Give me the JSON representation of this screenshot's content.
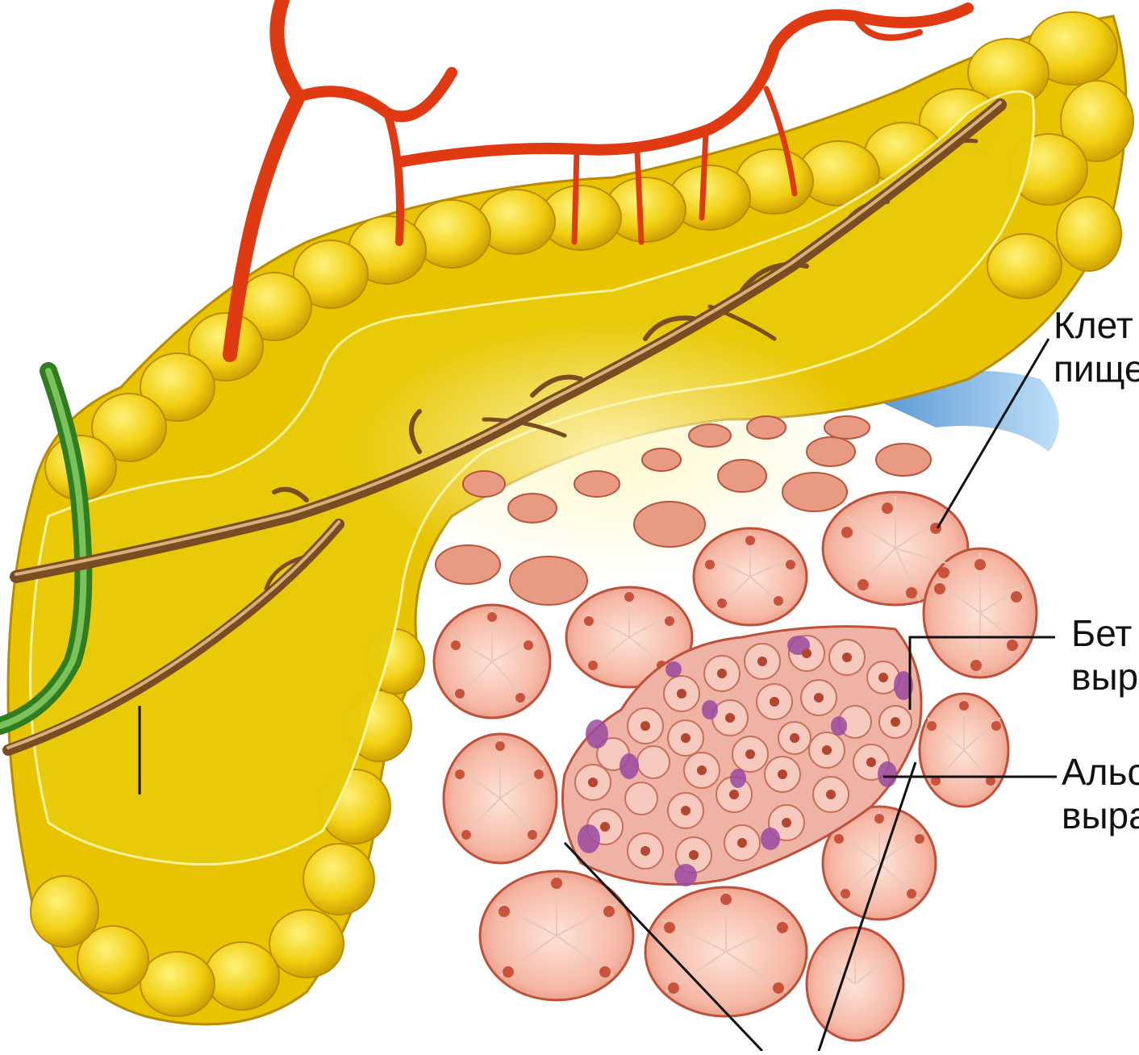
{
  "labels": [
    {
      "id": "acinar",
      "line1": "Клет",
      "line2": "пище"
    },
    {
      "id": "beta",
      "line1": "Бет",
      "line2": "выр"
    },
    {
      "id": "alpha",
      "line1": "Альс",
      "line2": "выра"
    }
  ],
  "colors": {
    "gland_yellow": "#e6c200",
    "gland_lobule": "#f2d200",
    "gland_shadow": "#c79a00",
    "artery": "#e03a12",
    "nerve_brown": "#8a5a2b",
    "bile_duct_green": "#3e9a2a",
    "vein_blue": "#6aaee8",
    "acinus_pink": "#f4a897",
    "acinus_outline": "#c0503a",
    "islet_pink": "#efb3a6",
    "islet_purple": "#9a4aa0",
    "leader_line": "#111111"
  }
}
